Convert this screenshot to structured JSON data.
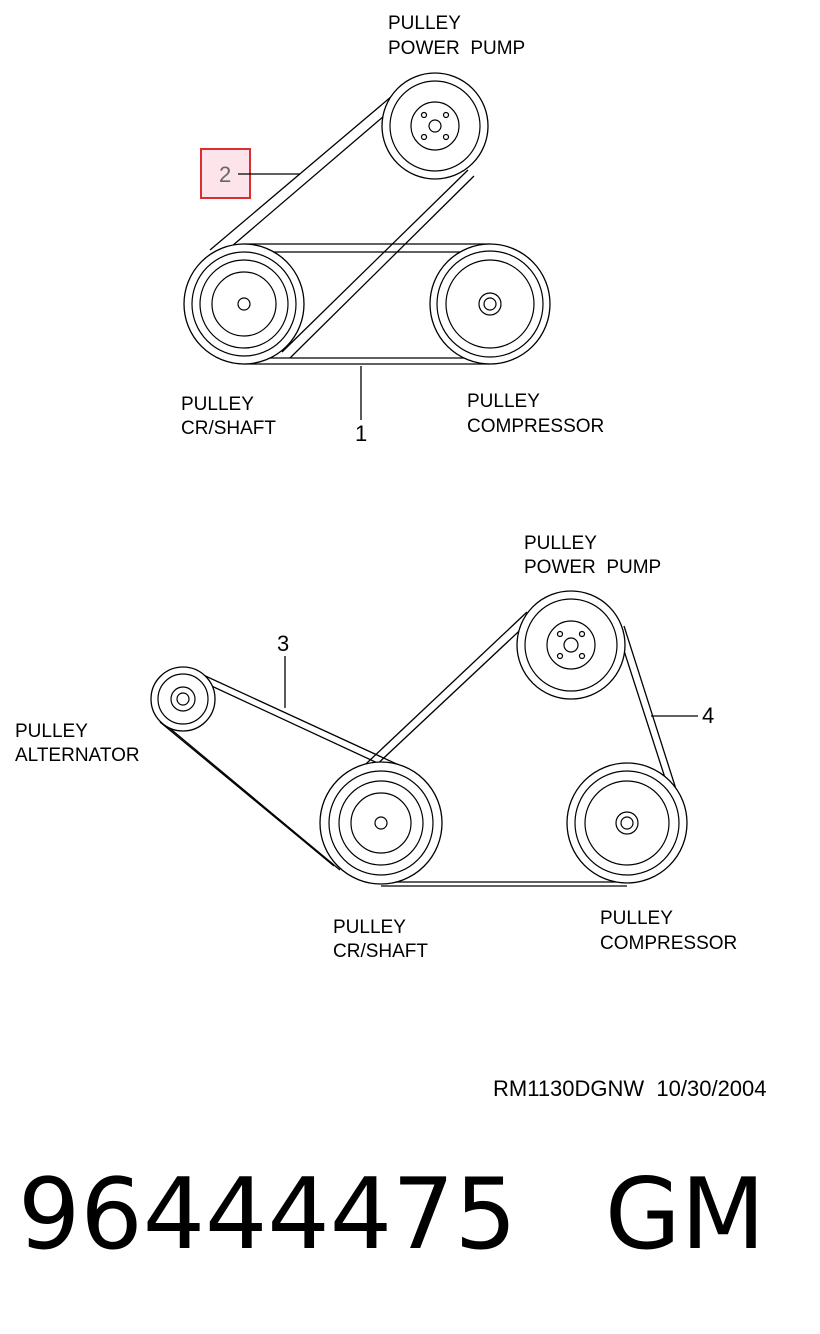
{
  "top_diagram": {
    "labels": {
      "power_pump_line1": "PULLEY",
      "power_pump_line2": "POWER  PUMP",
      "crankshaft_line1": "PULLEY",
      "crankshaft_line2": "CR/SHAFT",
      "compressor_line1": "PULLEY",
      "compressor_line2": "COMPRESSOR"
    },
    "callouts": {
      "belt_1": "1",
      "belt_2": "2"
    }
  },
  "bottom_diagram": {
    "labels": {
      "power_pump_line1": "PULLEY",
      "power_pump_line2": "POWER  PUMP",
      "alternator_line1": "PULLEY",
      "alternator_line2": "ALTERNATOR",
      "crankshaft_line1": "PULLEY",
      "crankshaft_line2": "CR/SHAFT",
      "compressor_line1": "PULLEY",
      "compressor_line2": "COMPRESSOR"
    },
    "callouts": {
      "belt_3": "3",
      "belt_4": "4"
    }
  },
  "footer": {
    "drawing_code": "RM1130DGNW  10/30/2004",
    "part_number": "96444475",
    "brand": "GM"
  },
  "colors": {
    "highlight_fill": "#fde4ea",
    "highlight_border": "#d9302f",
    "ink": "#000000"
  }
}
